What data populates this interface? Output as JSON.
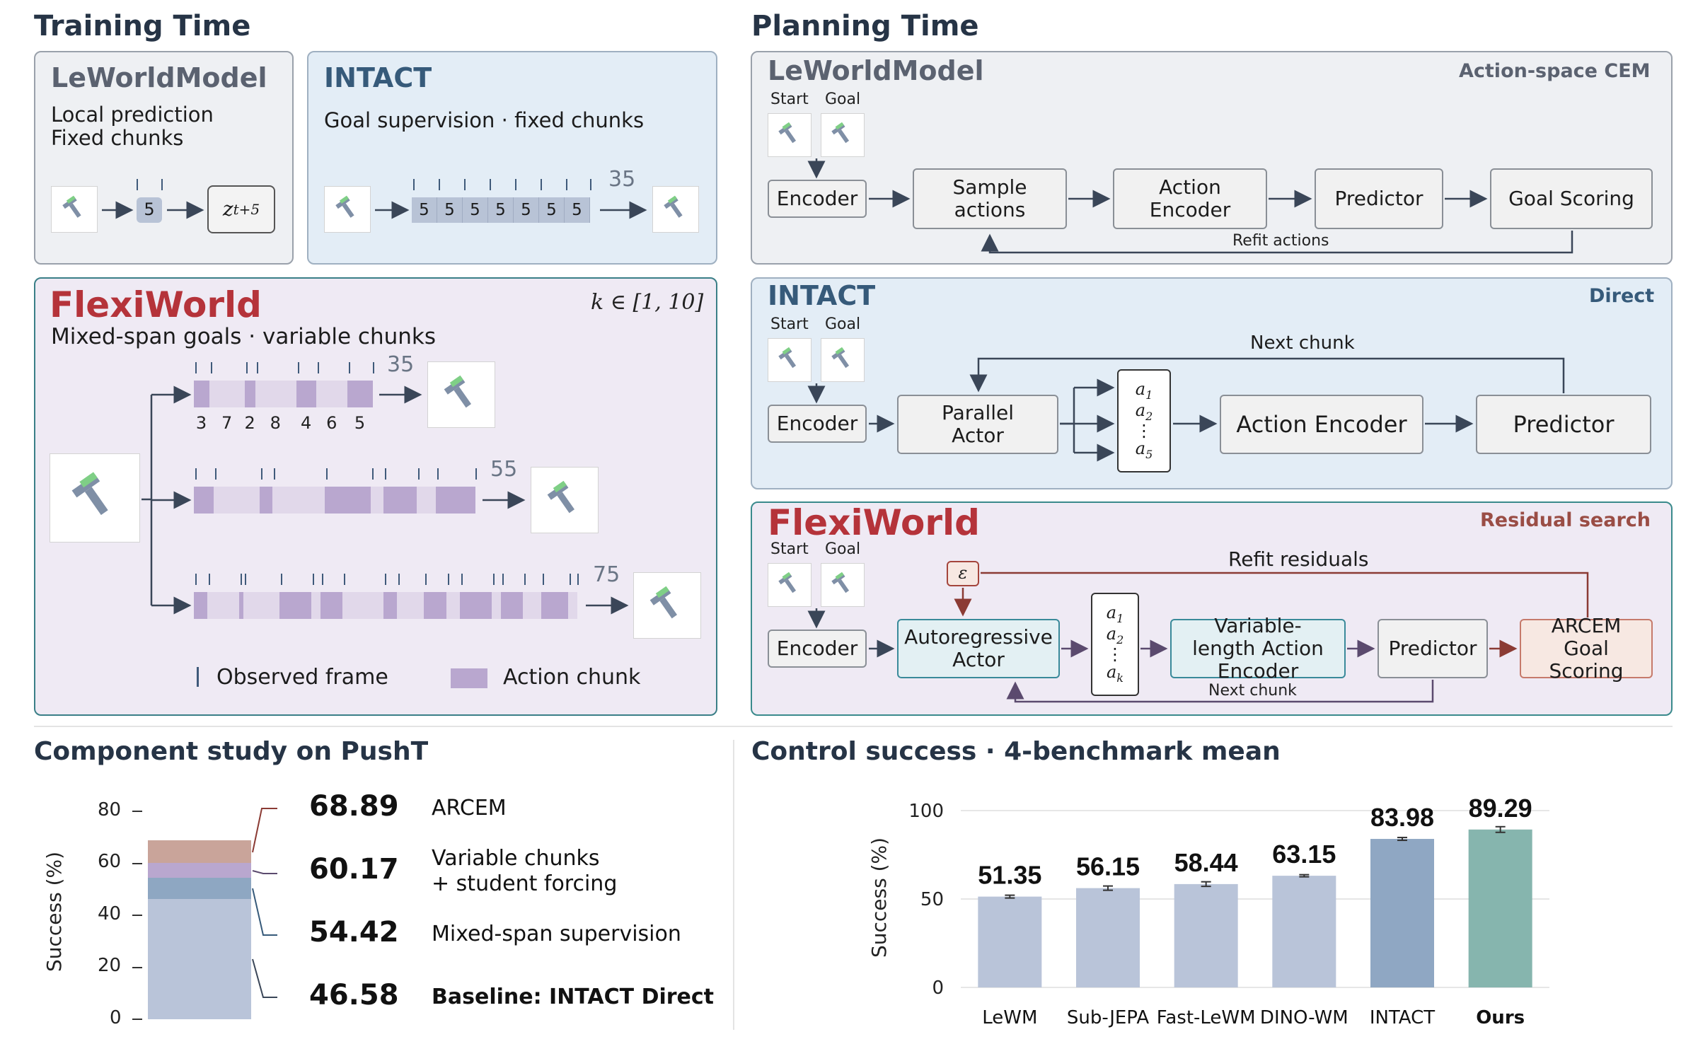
{
  "training": {
    "title": "Training Time",
    "lewm": {
      "title": "LeWorldModel",
      "line1": "Local prediction",
      "line2": "Fixed chunks",
      "chunk": "5",
      "target": "z",
      "target_sub": "t+5"
    },
    "intact": {
      "title": "INTACT",
      "subtitle": "Goal supervision · fixed chunks",
      "chunks": [
        "5",
        "5",
        "5",
        "5",
        "5",
        "5",
        "5"
      ],
      "span": "35"
    },
    "flexi": {
      "title": "FlexiWorld",
      "k_range": "k ∈ [1, 10]",
      "subtitle": "Mixed-span goals · variable chunks",
      "row1_chunks": [
        "3",
        "7",
        "2",
        "8",
        "4",
        "6",
        "5"
      ],
      "spans": [
        "35",
        "55",
        "75"
      ],
      "legend_frame": "Observed frame",
      "legend_chunk": "Action chunk"
    }
  },
  "planning": {
    "title": "Planning Time",
    "start": "Start",
    "goal": "Goal",
    "lewm": {
      "title": "LeWorldModel",
      "tag": "Action-space CEM",
      "encoder": "Encoder",
      "sample": "Sample actions",
      "action_encoder": "Action Encoder",
      "predictor": "Predictor",
      "goal_scoring": "Goal Scoring",
      "refit": "Refit actions"
    },
    "intact": {
      "title": "INTACT",
      "tag": "Direct",
      "encoder": "Encoder",
      "actor": "Parallel Actor",
      "actions": [
        "a",
        "1",
        "a",
        "2",
        "⋮",
        "a",
        "5"
      ],
      "action_encoder": "Action Encoder",
      "predictor": "Predictor",
      "next_chunk": "Next chunk"
    },
    "flexi": {
      "title": "FlexiWorld",
      "tag": "Residual search",
      "encoder": "Encoder",
      "epsilon": "ε",
      "actor": "Autoregressive Actor",
      "actions": [
        "a",
        "1",
        "a",
        "2",
        "⋮",
        "a",
        "k"
      ],
      "action_encoder": "Variable-length Action Encoder",
      "predictor": "Predictor",
      "scoring": "ARCEM Goal Scoring",
      "refit": "Refit residuals",
      "next_chunk": "Next chunk"
    }
  },
  "component": {
    "title": "Component study on PushT",
    "ylabel": "Success (%)",
    "yticks": [
      "80",
      "60",
      "40",
      "20",
      "0"
    ],
    "items": [
      {
        "value": "68.89",
        "label": "ARCEM"
      },
      {
        "value": "60.17",
        "label": "Variable chunks",
        "label2": "+ student forcing"
      },
      {
        "value": "54.42",
        "label": "Mixed-span supervision"
      },
      {
        "value": "46.58",
        "label": "Baseline: INTACT Direct"
      }
    ]
  },
  "chart_data": {
    "type": "bar",
    "title": "Control success · 4-benchmark mean",
    "ylabel": "Success (%)",
    "ylim": [
      0,
      100
    ],
    "yticks": [
      0,
      50,
      100
    ],
    "categories": [
      "LeWM",
      "Sub-JEPA",
      "Fast-LeWM",
      "DINO-WM",
      "INTACT",
      "Ours"
    ],
    "values": [
      51.35,
      56.15,
      58.44,
      63.15,
      83.98,
      89.29
    ],
    "labels": [
      "51.35",
      "56.15",
      "58.44",
      "63.15",
      "83.98",
      "89.29"
    ],
    "errors": [
      0.8,
      1.2,
      1.3,
      0.6,
      0.8,
      1.6
    ],
    "colors": [
      "#b9c4d9",
      "#b9c4d9",
      "#b9c4d9",
      "#b9c4d9",
      "#8fa7c3",
      "#86b5ae"
    ]
  }
}
